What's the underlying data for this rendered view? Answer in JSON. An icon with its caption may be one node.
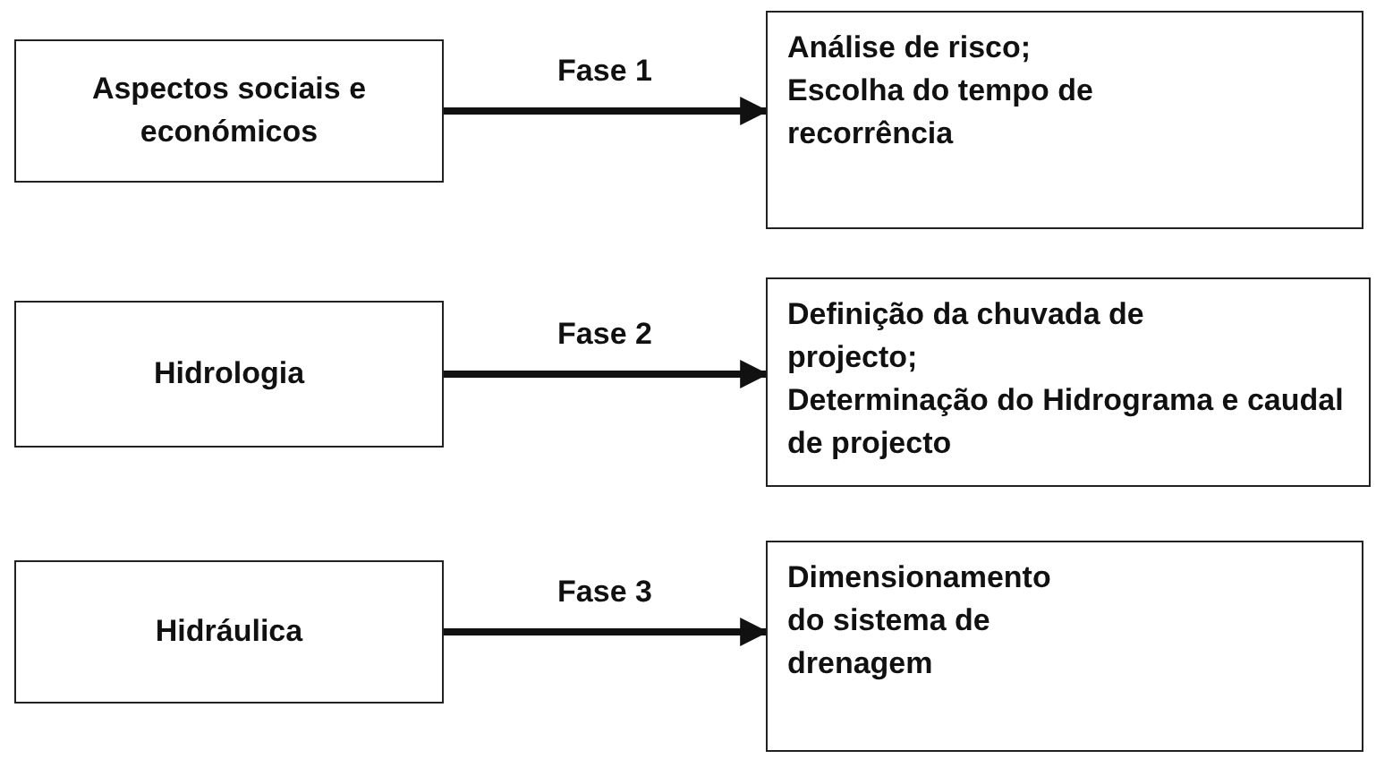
{
  "diagram": {
    "nodes": [
      {
        "text": [
          "Aspectos sociais e económicos"
        ]
      },
      {
        "text": [
          "Análise de risco;",
          "Escolha do tempo de recorrência"
        ]
      },
      {
        "text": [
          "Hidrologia"
        ]
      },
      {
        "text": [
          "Definição da chuvada de projecto;",
          "Determinação do Hidrograma e caudal de projecto"
        ]
      },
      {
        "text": [
          "Hidráulica"
        ]
      },
      {
        "text": [
          "Dimensionamento do sistema de drenagem"
        ]
      }
    ],
    "edges": [
      {
        "from": 0,
        "to": 1,
        "arrow": "to",
        "label": "Fase 1"
      },
      {
        "from": 2,
        "to": 3,
        "arrow": "to",
        "label": "Fase 2"
      },
      {
        "from": 4,
        "to": 5,
        "arrow": "to",
        "label": "Fase 3"
      }
    ]
  }
}
